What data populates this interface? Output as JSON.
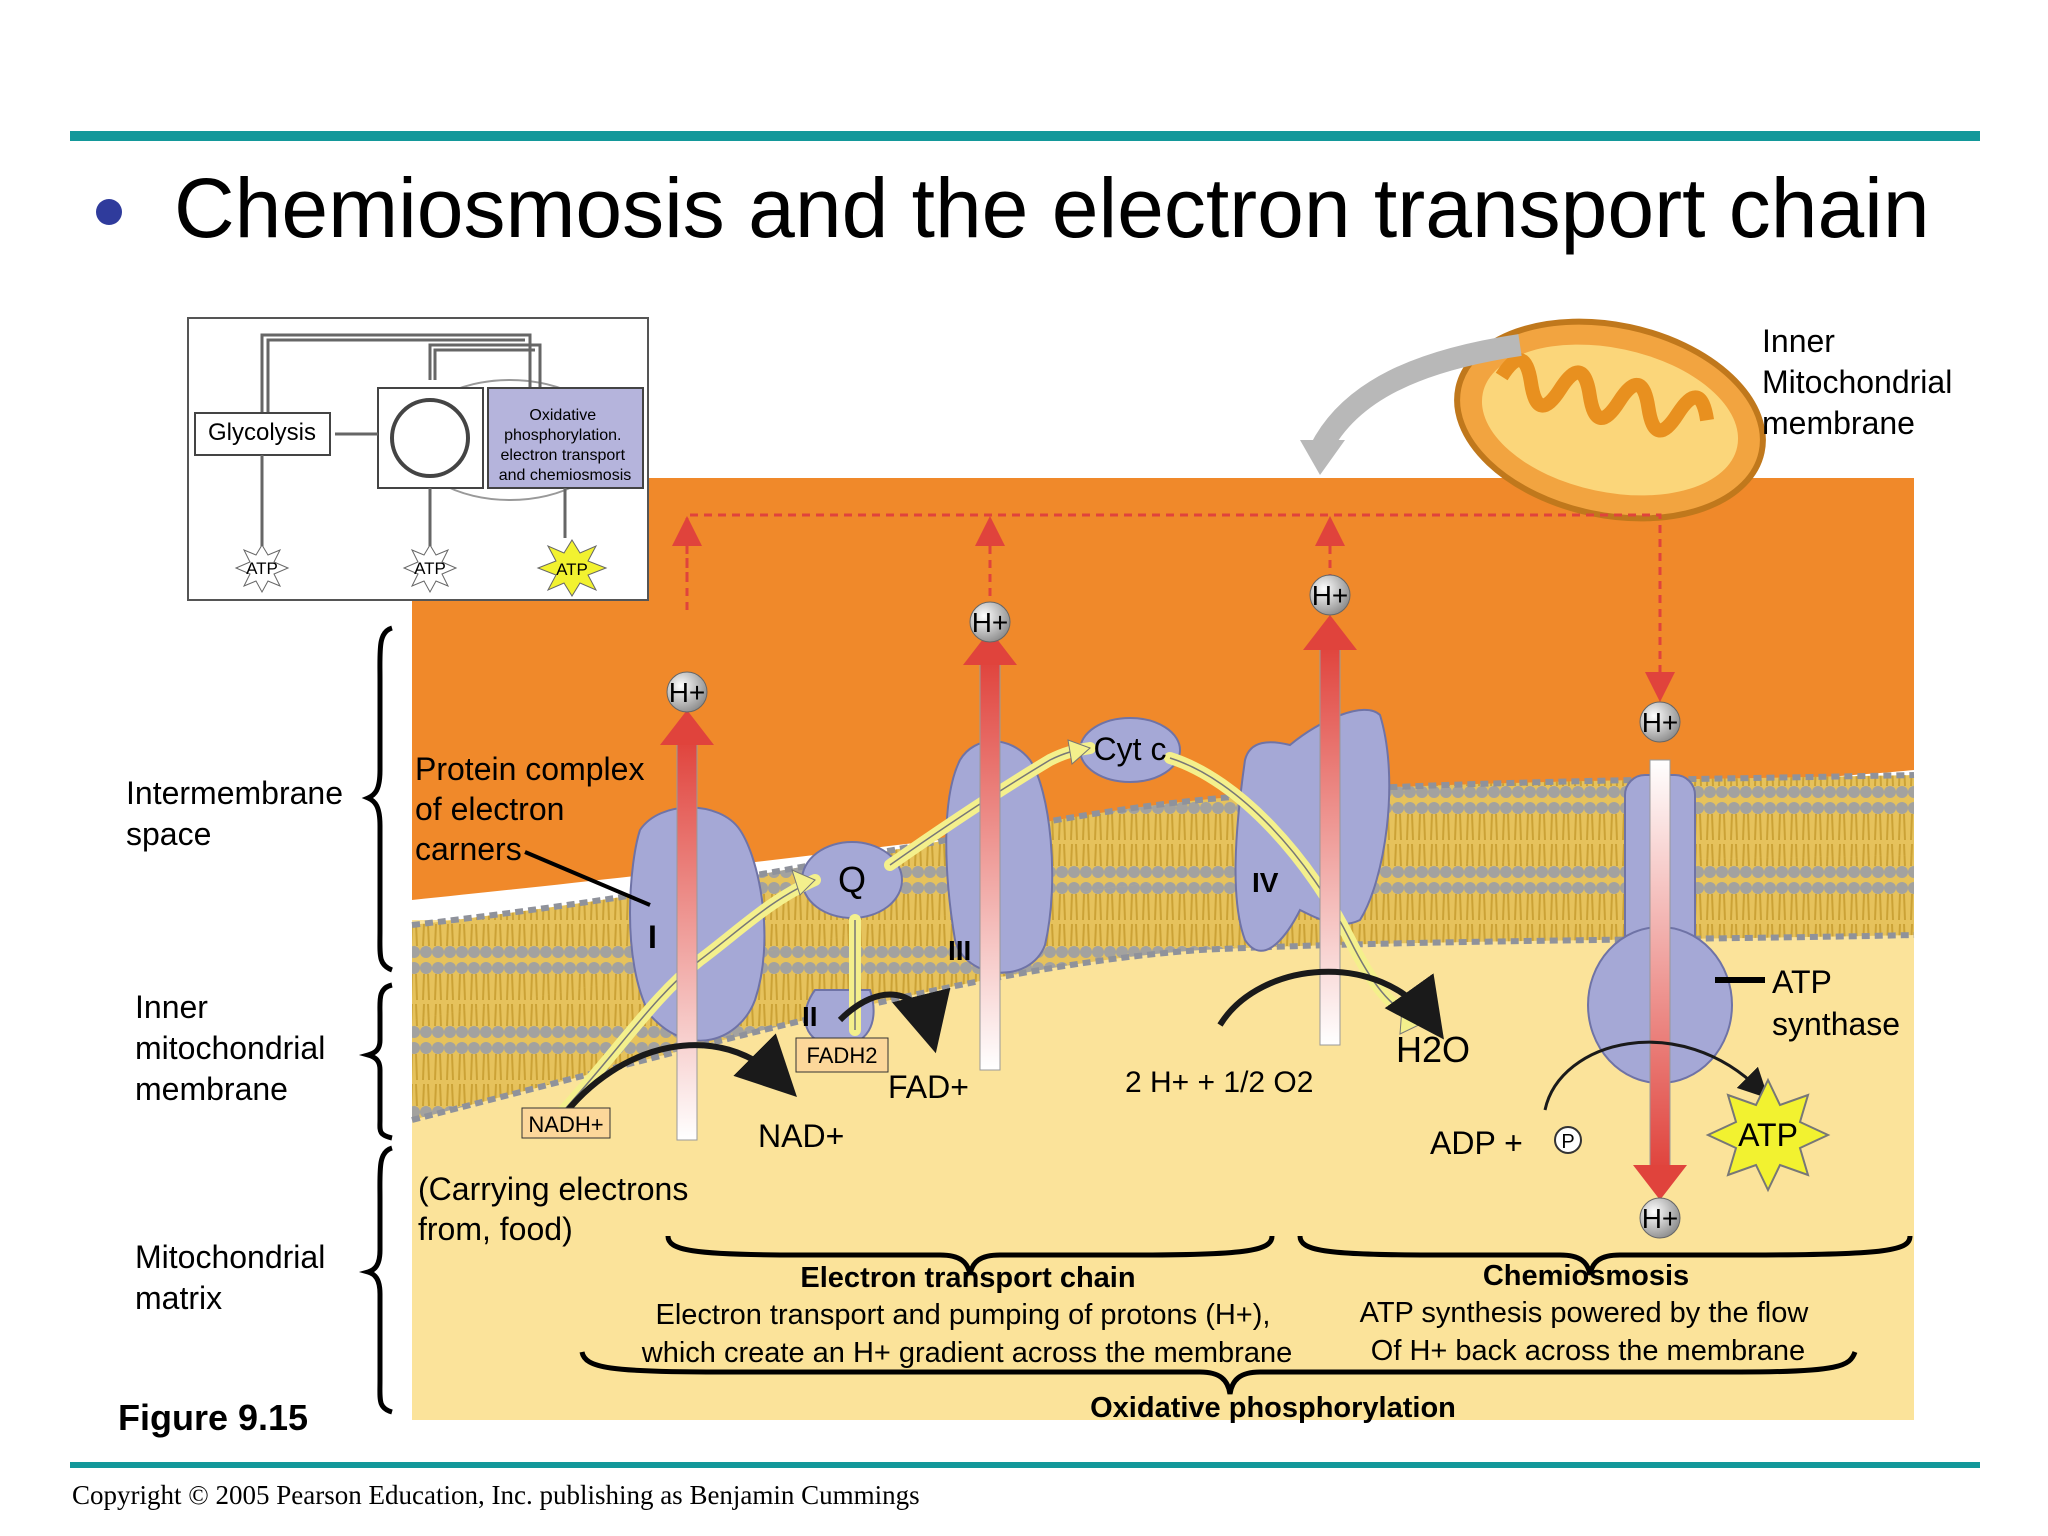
{
  "slide": {
    "title": "Chemiosmosis and the electron transport chain",
    "copyright": "Copyright © 2005 Pearson Education, Inc. publishing as Benjamin Cummings",
    "figure_label": "Figure 9.15"
  },
  "inset": {
    "glycolysis": "Glycolysis",
    "oxphos_lines": [
      "Oxidative",
      "phosphorylation.",
      "electron transport",
      "and chemiosmosis"
    ],
    "atp": "ATP"
  },
  "side_labels": {
    "intermembrane": [
      "Intermembrane",
      "space"
    ],
    "inner_membrane": [
      "Inner",
      "mitochondrial",
      "membrane"
    ],
    "matrix": [
      "Mitochondrial",
      "matrix"
    ]
  },
  "mito_label": [
    "Inner",
    "Mitochondrial",
    "membrane"
  ],
  "diagram": {
    "protein_complex": [
      "Protein complex",
      "of electron",
      "carners"
    ],
    "complex_I": "I",
    "complex_II": "II",
    "complex_III": "III",
    "complex_IV": "IV",
    "q": "Q",
    "cyt_c": "Cyt c",
    "h_plus": "H+",
    "nadh": "NADH+",
    "nad": "NAD+",
    "fadh2": "FADH2",
    "fad": "FAD+",
    "water_eq": "2 H+ + 1/2 O2",
    "h2o": "H2O",
    "atp_synthase": [
      "ATP",
      "synthase"
    ],
    "adp": "ADP +",
    "pi": "P",
    "atp": "ATP",
    "carrying": [
      "(Carrying electrons",
      "from, food)"
    ],
    "etc_title": "Electron transport chain",
    "etc_desc": [
      "Electron transport and pumping of protons (H+),",
      "which create an H+ gradient across the membrane"
    ],
    "chemi_title": "Chemiosmosis",
    "chemi_desc": [
      "ATP synthesis powered by the flow",
      "Of H+ back across the membrane"
    ],
    "oxphos": "Oxidative phosphorylation"
  },
  "colors": {
    "accent_rule": "#13989a",
    "bullet": "#2f3b9c",
    "intermembrane": "#f0892a",
    "matrix": "#fbe39a",
    "protein": "#a5a8d6",
    "lipid": "#d9b24a",
    "atp_star": "#f2f230",
    "proton_arrow": "#e0433c"
  }
}
